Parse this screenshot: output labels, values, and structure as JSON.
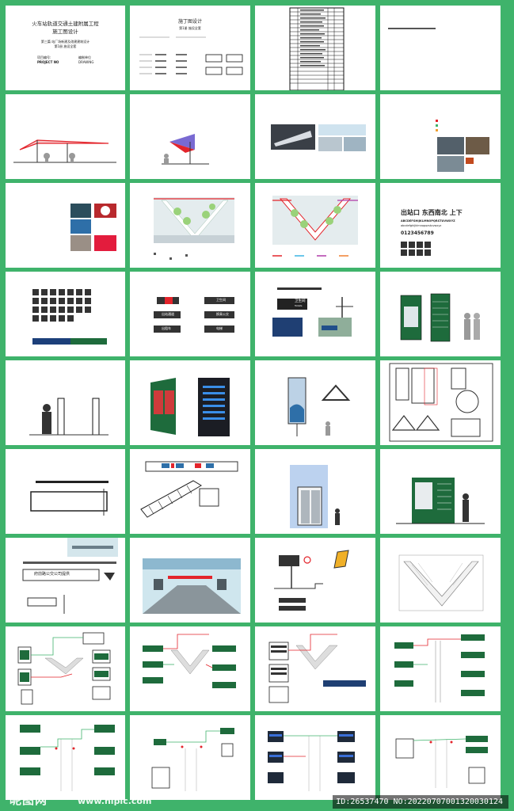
{
  "cover": {
    "title_line1": "火车站轨道交通土建附属工程",
    "title_line2": "施工图设计",
    "subtitle": "第三篇 站厂场新建及改建建筑设计",
    "subtitle2": "第1册  施设全套",
    "project_no_label": "项目编号:",
    "project_no_en": "PROJECT NO",
    "drawing_label": "编制单位",
    "drawing_en": "DRAWING"
  },
  "toc": {
    "title": "施丁图设计",
    "subtitle": "第1册  施设全套"
  },
  "fonts_tile": {
    "sample_cn": "出站口 东西南北 上下",
    "alphabet_upper": "ABCDEFGHIJKLMNOPQRSTUVWXYZ",
    "alphabet_lower": "abcdefghijklmnopqrstuvwxyz",
    "digits": "0123456789"
  },
  "signs": {
    "toilet": "卫生间",
    "toilet_en": "Toilets",
    "exit": "出站通道",
    "transfer": "换乘公交",
    "taxi": "出租车",
    "lift": "电梯"
  },
  "bus_sign": "府前路公交公司提供",
  "watermark": {
    "brand": "昵图网",
    "url": "www.nipic.com",
    "id_text": "ID:26537470 NO:20220707001320030124"
  },
  "colors": {
    "border": "#3fb36b",
    "accent_green": "#1e6b3c",
    "accent_red": "#e3242b"
  }
}
